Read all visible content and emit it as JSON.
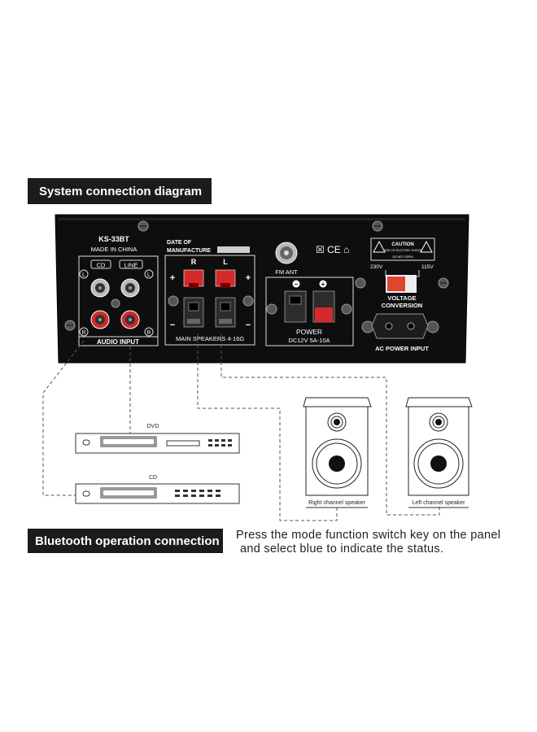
{
  "titles": {
    "system_connection": "System connection diagram",
    "bluetooth_connection": "Bluetooth operation connection"
  },
  "instructions": {
    "line1": "Press the mode function switch key on the panel",
    "line2": "and select blue to indicate the status."
  },
  "panel": {
    "model": "KS-33BT",
    "made_in": "MADE IN CHINA",
    "date_label_1": "DATE OF",
    "date_label_2": "MANUFACTURE",
    "input_cd": "CD",
    "input_line": "LINE",
    "left_mark": "L",
    "right_mark": "R",
    "audio_input": "AUDIO INPUT",
    "speaker_r": "R",
    "speaker_l": "L",
    "main_speakers": "MAIN SPEAKERS 4-16Ω",
    "fm_ant": "FM ANT",
    "cert_marks": "☒ CE ⌂",
    "caution": "CAUTION",
    "caution_small_1": "RISK OF ELECTRIC SHOCK",
    "caution_small_2": "DO NOT OPEN",
    "v230": "230V",
    "v115": "115V",
    "voltage_1": "VOLTAGE",
    "voltage_2": "CONVERSION",
    "power": "POWER",
    "power_spec": "DC12V  5A-10A",
    "ac_power": "AC POWER INPUT",
    "plus": "+",
    "minus": "−"
  },
  "devices": {
    "dvd": "DVD",
    "cd": "CD",
    "right_speaker": "Right channel speaker",
    "left_speaker": "Left channel speaker"
  },
  "colors": {
    "panel": "#0e0e0e",
    "red_terminal": "#d42a2a",
    "switch": "#e2452f",
    "banner": "#1b1b1b"
  }
}
